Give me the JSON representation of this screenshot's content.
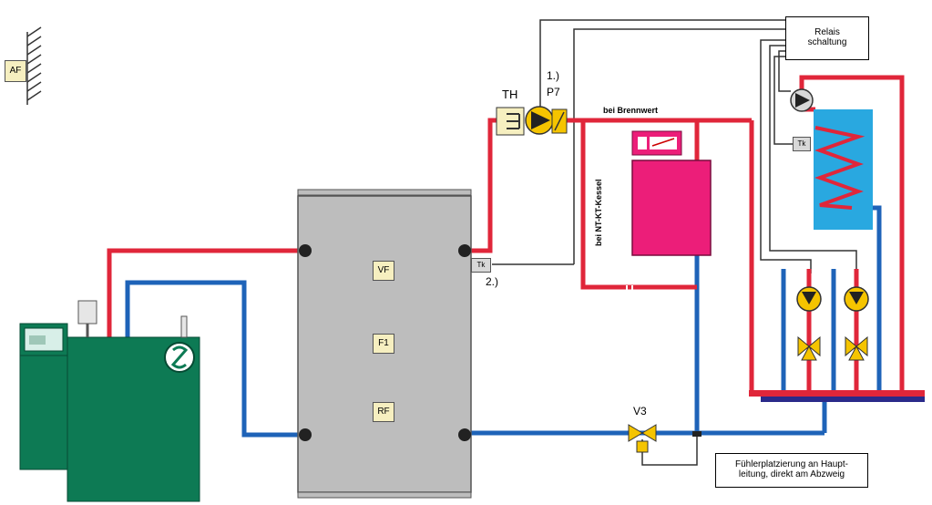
{
  "labels": {
    "af": "AF",
    "th": "TH",
    "note1": "1.)",
    "p7": "P7",
    "bei_brennwert": "bei Brennwert",
    "bei_nt": "bei NT-KT-Kessel",
    "relais_line1": "Relais",
    "relais_line2": "schaltung",
    "tk_top": "Tk",
    "tk_mid": "Tk",
    "note2": "2.)",
    "vf": "VF",
    "f1": "F1",
    "rf": "RF",
    "v3": "V3",
    "fuehler_line1": "Fühlerplatzierung an Haupt-",
    "fuehler_line2": "leitung, direkt am Abzweig"
  },
  "colors": {
    "supply": "#e0263a",
    "return": "#1e63b8",
    "control": "#333333",
    "boiler": "#0d7a54",
    "tank": "#bdbdbd",
    "heater": "#ec1e79",
    "dhw_tank": "#29a8e0",
    "pump": "#f5c400",
    "tag_fill": "#f6efc0"
  }
}
